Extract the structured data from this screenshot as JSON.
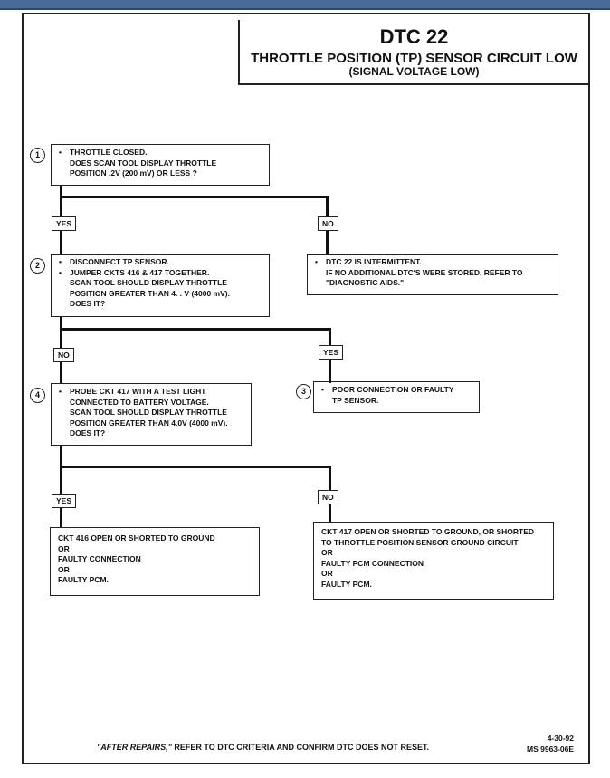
{
  "header": {
    "code": "DTC 22",
    "title": "THROTTLE POSITION (TP) SENSOR CIRCUIT LOW",
    "subtitle": "(SIGNAL VOLTAGE LOW)"
  },
  "steps": {
    "step1": {
      "number": "1",
      "lines": [
        "THROTTLE CLOSED.",
        "DOES SCAN TOOL DISPLAY THROTTLE",
        "POSITION .2V (200 mV) OR LESS ?"
      ]
    },
    "step2": {
      "number": "2",
      "bullet1": "DISCONNECT TP SENSOR.",
      "bullet2_lines": [
        "JUMPER CKTS 416 & 417 TOGETHER.",
        "SCAN TOOL SHOULD DISPLAY THROTTLE",
        "POSITION GREATER THAN 4. . V (4000 mV).",
        "DOES IT?"
      ]
    },
    "step3": {
      "number": "3",
      "lines": [
        "POOR CONNECTION OR FAULTY",
        "TP SENSOR."
      ]
    },
    "step4": {
      "number": "4",
      "lines": [
        "PROBE CKT 417 WITH A TEST LIGHT",
        "CONNECTED TO BATTERY VOLTAGE.",
        "SCAN TOOL SHOULD DISPLAY THROTTLE",
        "POSITION GREATER THAN 4.0V (4000 mV).",
        "DOES IT?"
      ]
    },
    "intermittent": {
      "lines": [
        "DTC 22 IS INTERMITTENT.",
        "IF NO ADDITIONAL DTC'S WERE STORED, REFER TO",
        "\"DIAGNOSTIC AIDS.\""
      ]
    },
    "result_yes": {
      "lines": [
        "CKT 416 OPEN OR SHORTED TO GROUND",
        "OR",
        "FAULTY CONNECTION",
        "OR",
        "FAULTY PCM."
      ]
    },
    "result_no": {
      "lines": [
        "CKT 417 OPEN OR SHORTED TO GROUND, OR SHORTED",
        "TO THROTTLE POSITION SENSOR GROUND CIRCUIT",
        "OR",
        "FAULTY PCM CONNECTION",
        "OR",
        "FAULTY PCM."
      ]
    }
  },
  "labels": {
    "yes": "YES",
    "no": "NO"
  },
  "footer": {
    "note_emphasis": "\"AFTER REPAIRS,\"",
    "note_rest": " REFER TO DTC CRITERIA AND CONFIRM DTC DOES NOT RESET.",
    "date": "4-30-92",
    "doc_code": "MS 9963-06E"
  }
}
